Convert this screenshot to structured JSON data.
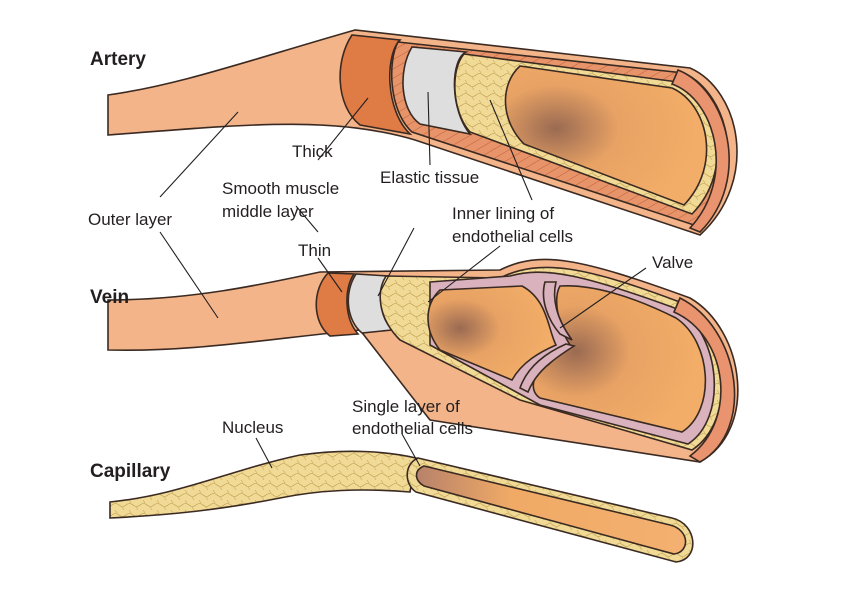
{
  "headings": {
    "artery": "Artery",
    "vein": "Vein",
    "capillary": "Capillary"
  },
  "labels": {
    "outer_layer": "Outer layer",
    "thick": "Thick",
    "smooth_muscle_1": "Smooth muscle",
    "smooth_muscle_2": "middle layer",
    "thin": "Thin",
    "elastic_tissue": "Elastic tissue",
    "inner_lining_1": "Inner lining of",
    "inner_lining_2": "endothelial cells",
    "valve": "Valve",
    "nucleus": "Nucleus",
    "single_layer_1": "Single layer of",
    "single_layer_2": "endothelial cells"
  },
  "colors": {
    "outer_layer": "#f4b48a",
    "smooth_muscle": "#e07a42",
    "elastic_tissue": "#dcdcdc",
    "endothelium": "#f4dd9a",
    "lumen": "#f2a860",
    "lumen_dark": "#a86a4a",
    "valve_tissue": "#d9b2bd"
  }
}
